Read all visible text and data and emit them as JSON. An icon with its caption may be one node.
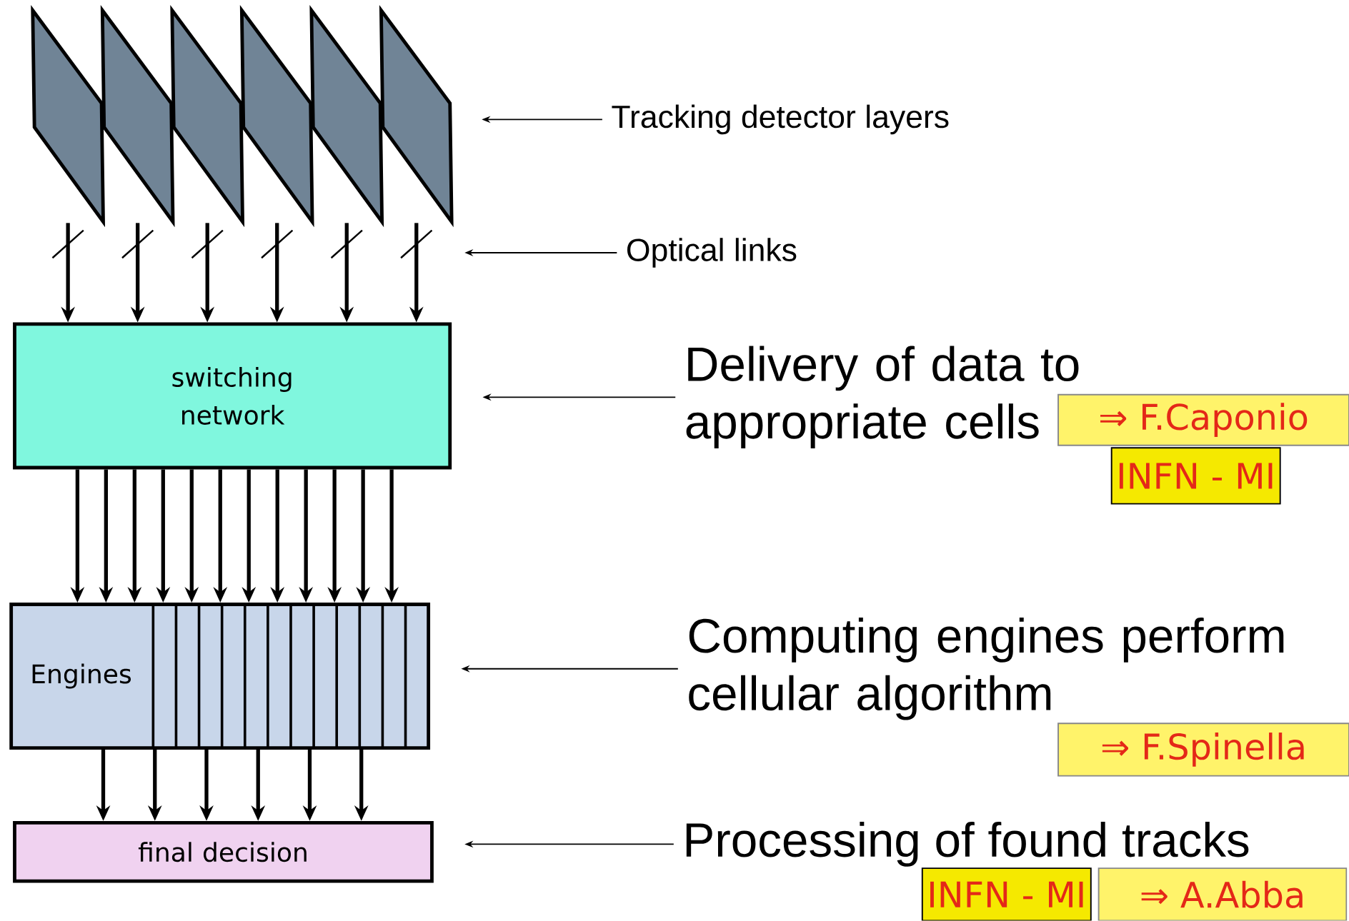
{
  "diagram": {
    "nodes": [
      {
        "text": [],
        "shape": "parallelogram"
      },
      {
        "text": [],
        "shape": "parallelogram"
      },
      {
        "text": [],
        "shape": "parallelogram"
      },
      {
        "text": [],
        "shape": "parallelogram"
      },
      {
        "text": [],
        "shape": "parallelogram"
      },
      {
        "text": [],
        "shape": "parallelogram"
      },
      {
        "text": [
          "switching network"
        ]
      },
      {
        "text": [
          "Engines"
        ]
      },
      {
        "text": [
          "final decision"
        ]
      },
      {
        "text": [
          "Tracking detector layers"
        ]
      },
      {
        "text": [
          "Optical links"
        ]
      },
      {
        "text": [
          "Delivery of data to appropriate cells"
        ]
      },
      {
        "text": [
          "⇒ F.Caponio"
        ]
      },
      {
        "text": [
          "INFN - MI"
        ]
      },
      {
        "text": [
          "Computing engines perform cellular algorithm"
        ]
      },
      {
        "text": [
          "⇒ F.Spinella"
        ]
      },
      {
        "text": [
          "Processing of found tracks"
        ]
      },
      {
        "text": [
          "INFN - MI"
        ]
      },
      {
        "text": [
          "⇒ A.Abba"
        ]
      }
    ],
    "edges": [
      {
        "from": 0,
        "to": 6,
        "arrow": "to"
      },
      {
        "from": 1,
        "to": 6,
        "arrow": "to"
      },
      {
        "from": 2,
        "to": 6,
        "arrow": "to"
      },
      {
        "from": 3,
        "to": 6,
        "arrow": "to"
      },
      {
        "from": 4,
        "to": 6,
        "arrow": "to"
      },
      {
        "from": 5,
        "to": 6,
        "arrow": "to"
      },
      {
        "from": 6,
        "to": 7,
        "arrow": "to"
      },
      {
        "from": 6,
        "to": 7,
        "arrow": "to"
      },
      {
        "from": 6,
        "to": 7,
        "arrow": "to"
      },
      {
        "from": 6,
        "to": 7,
        "arrow": "to"
      },
      {
        "from": 6,
        "to": 7,
        "arrow": "to"
      },
      {
        "from": 6,
        "to": 7,
        "arrow": "to"
      },
      {
        "from": 6,
        "to": 7,
        "arrow": "to"
      },
      {
        "from": 6,
        "to": 7,
        "arrow": "to"
      },
      {
        "from": 6,
        "to": 7,
        "arrow": "to"
      },
      {
        "from": 6,
        "to": 7,
        "arrow": "to"
      },
      {
        "from": 6,
        "to": 7,
        "arrow": "to"
      },
      {
        "from": 6,
        "to": 7,
        "arrow": "to"
      },
      {
        "from": 7,
        "to": 8,
        "arrow": "to"
      },
      {
        "from": 7,
        "to": 8,
        "arrow": "to"
      },
      {
        "from": 7,
        "to": 8,
        "arrow": "to"
      },
      {
        "from": 7,
        "to": 8,
        "arrow": "to"
      },
      {
        "from": 7,
        "to": 8,
        "arrow": "to"
      },
      {
        "from": 7,
        "to": 8,
        "arrow": "to"
      },
      {
        "from": 9,
        "to": null,
        "arrow": "to"
      },
      {
        "from": 10,
        "to": null,
        "arrow": "to"
      },
      {
        "from": 11,
        "to": 6,
        "arrow": "to"
      },
      {
        "from": 14,
        "to": 7,
        "arrow": "to"
      },
      {
        "from": 16,
        "to": 8,
        "arrow": "to"
      }
    ]
  }
}
